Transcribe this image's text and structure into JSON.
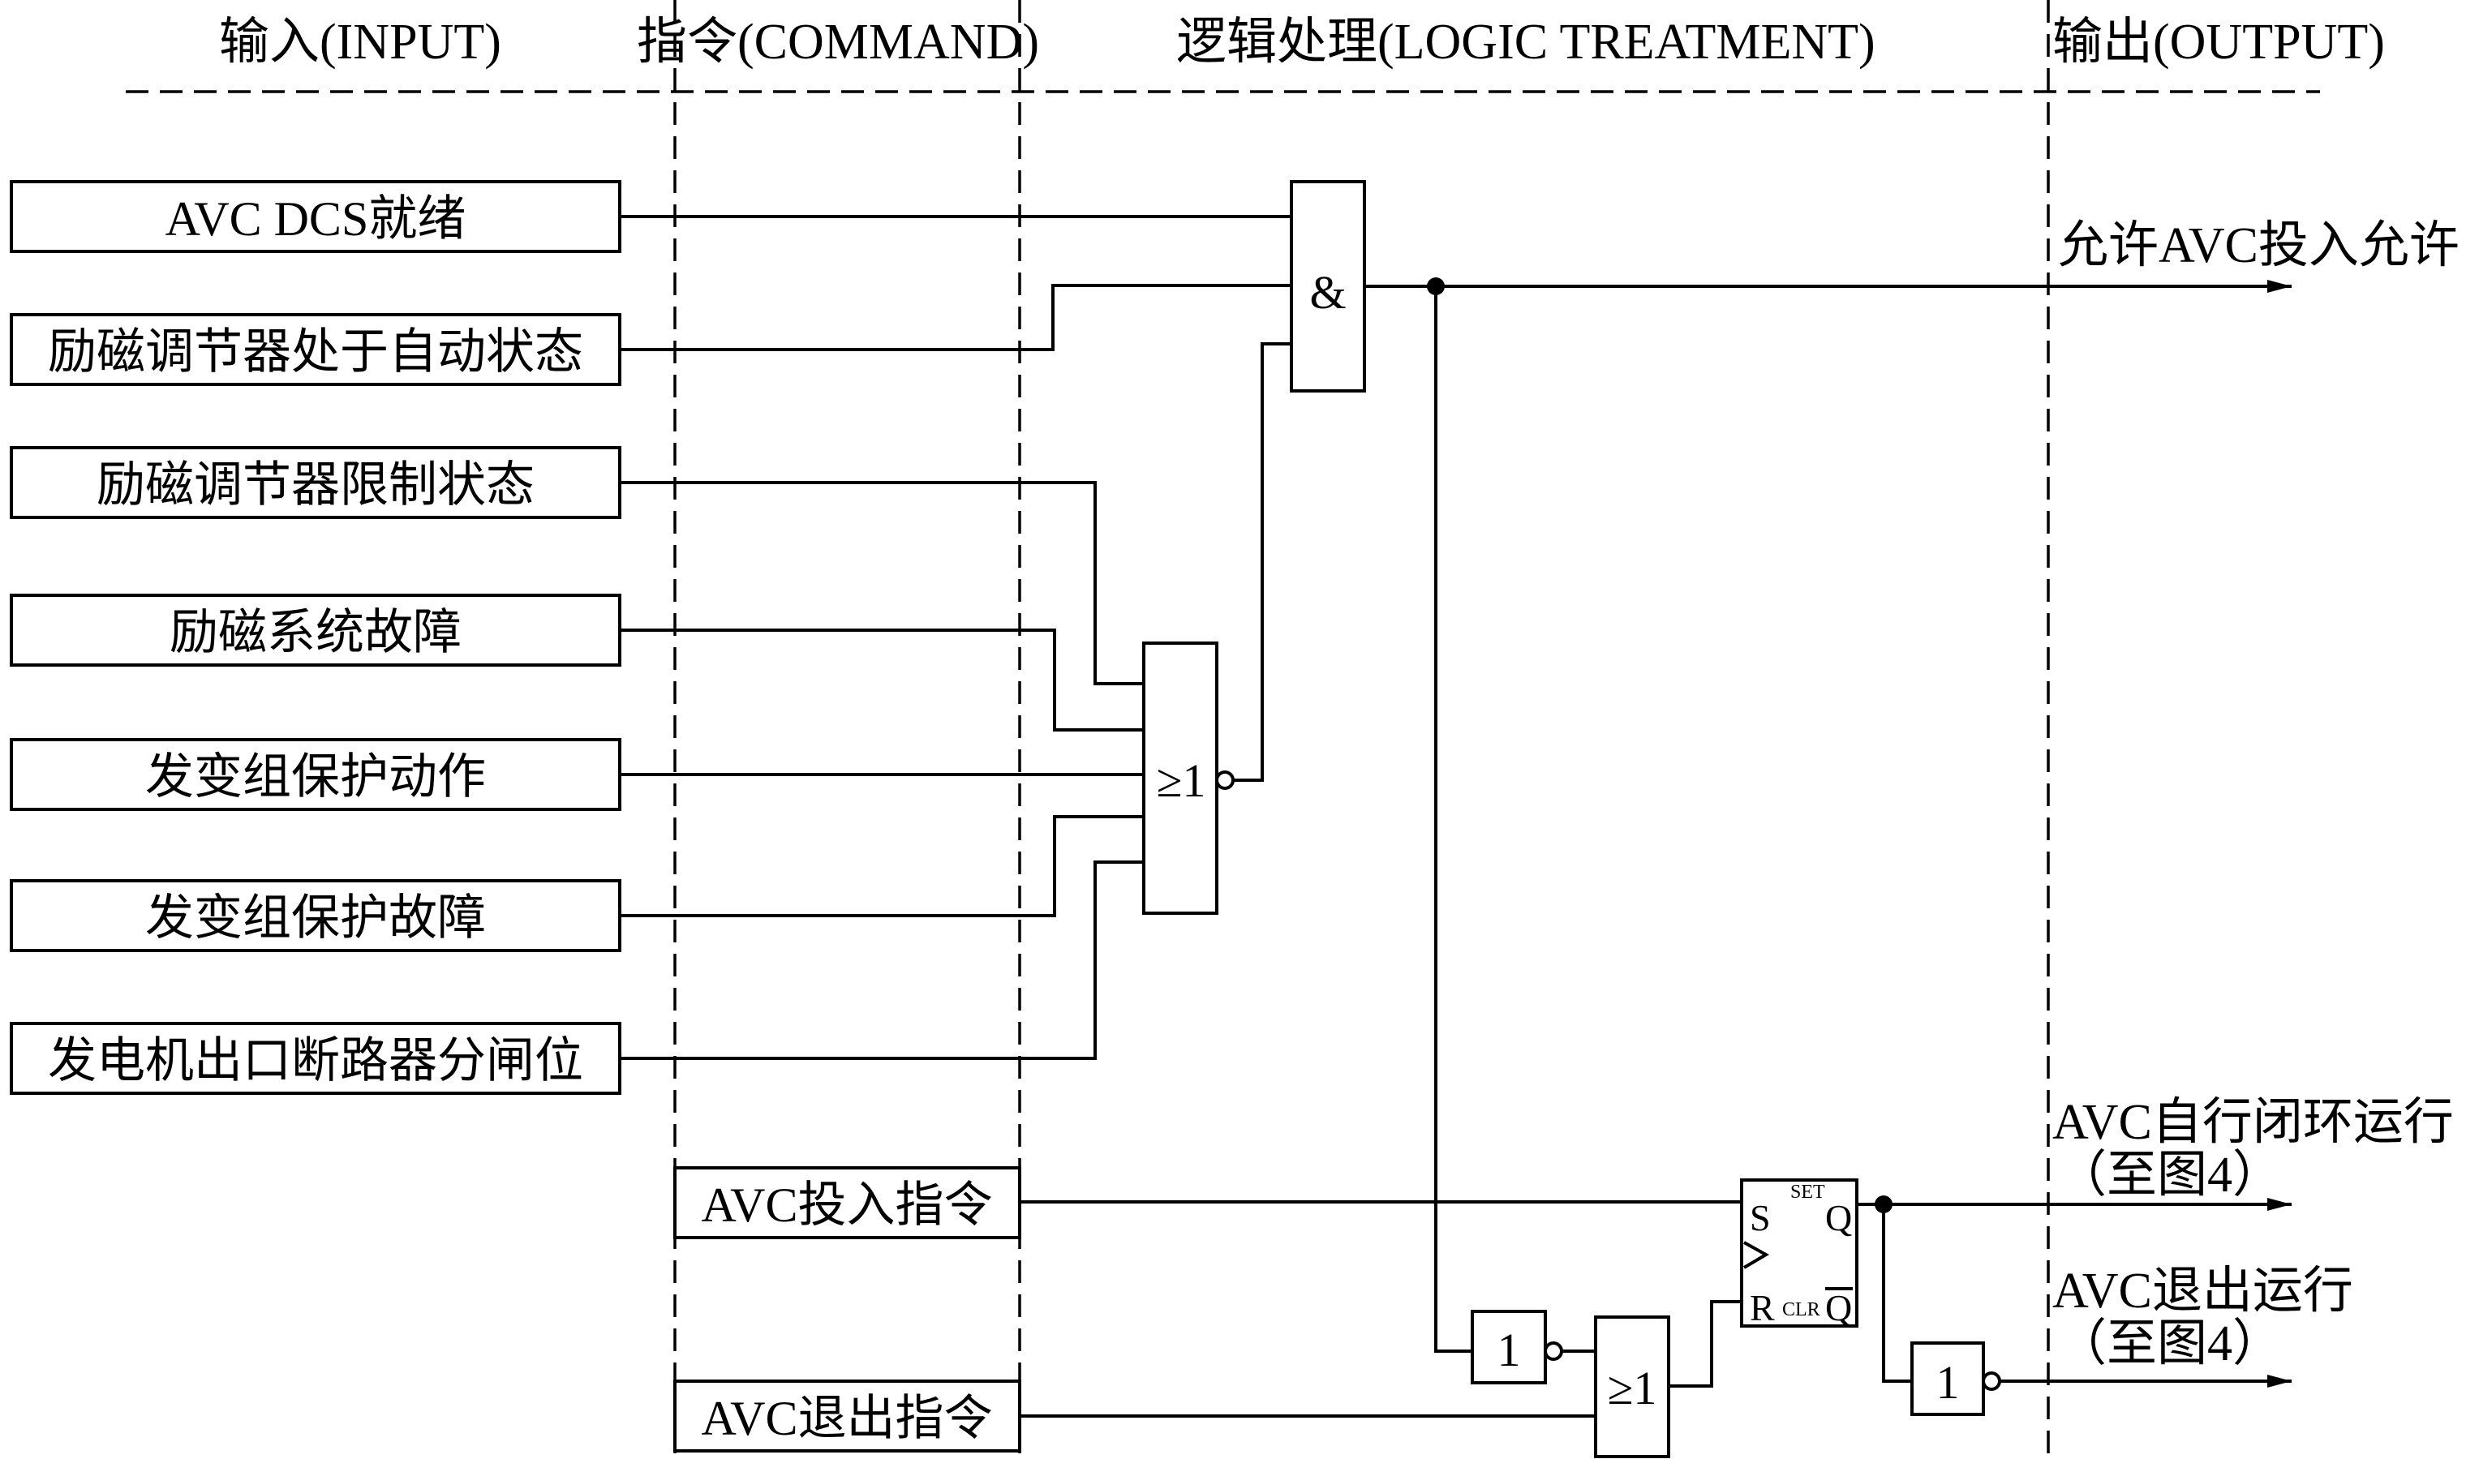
{
  "headers": {
    "input": "输入(INPUT)",
    "command": "指令(COMMAND)",
    "logic": "逻辑处理(LOGIC TREATMENT)",
    "output": "输出(OUTPUT)"
  },
  "inputs": [
    "AVC DCS就绪",
    "励磁调节器处于自动状态",
    "励磁调节器限制状态",
    "励磁系统故障",
    "发变组保护动作",
    "发变组保护故障",
    "发电机出口断路器分闸位"
  ],
  "commands": {
    "avc_on": "AVC投入指令",
    "avc_off": "AVC退出指令"
  },
  "gates": {
    "and_symbol": "&",
    "or_symbol": "≥1",
    "not_symbol": "1",
    "ff_set": "S",
    "ff_reset": "R",
    "ff_q": "Q",
    "ff_qbar": "Q",
    "ff_set_small": "SET",
    "ff_clr_small": "CLR"
  },
  "outputs": {
    "allow": "允许AVC投入允许",
    "closed_loop": "AVC自行闭环运行",
    "closed_loop_ref": "（至图4）",
    "exit": "AVC退出运行",
    "exit_ref": "（至图4）"
  }
}
